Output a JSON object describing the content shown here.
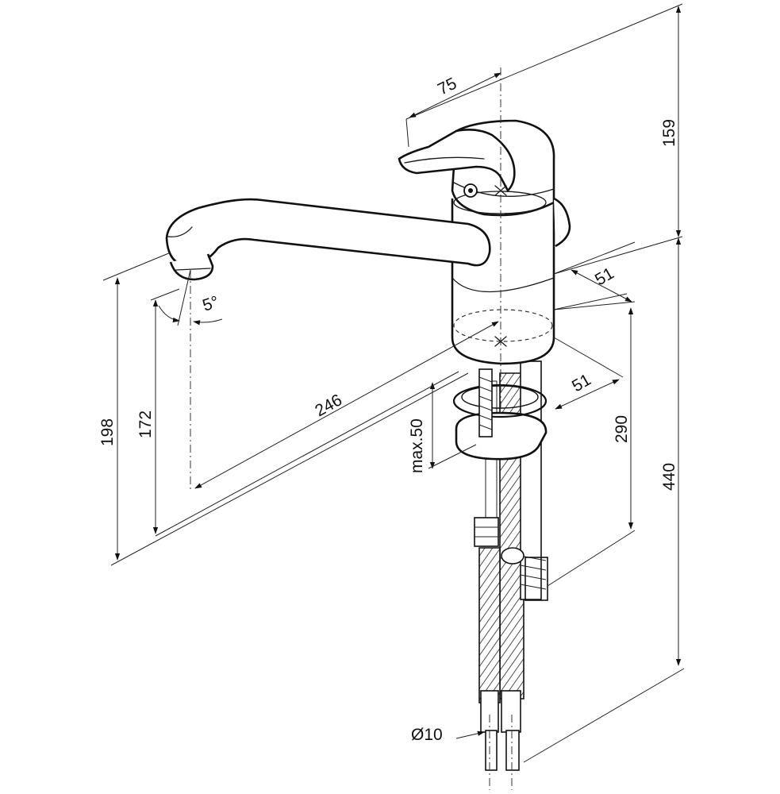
{
  "dimensions": {
    "lever_offset": "75",
    "top_height": "159",
    "body_diameter_upper": "51",
    "body_diameter_lower": "51",
    "spout_tilt": "5°",
    "spout_reach": "246",
    "spout_height_outer": "198",
    "spout_height_inner": "172",
    "max_deck_thickness": "max.50",
    "tail_length": "290",
    "hose_length": "440",
    "hose_diameter": "Ø10"
  },
  "colors": {
    "line": "#1a1a1a",
    "background": "#ffffff"
  }
}
